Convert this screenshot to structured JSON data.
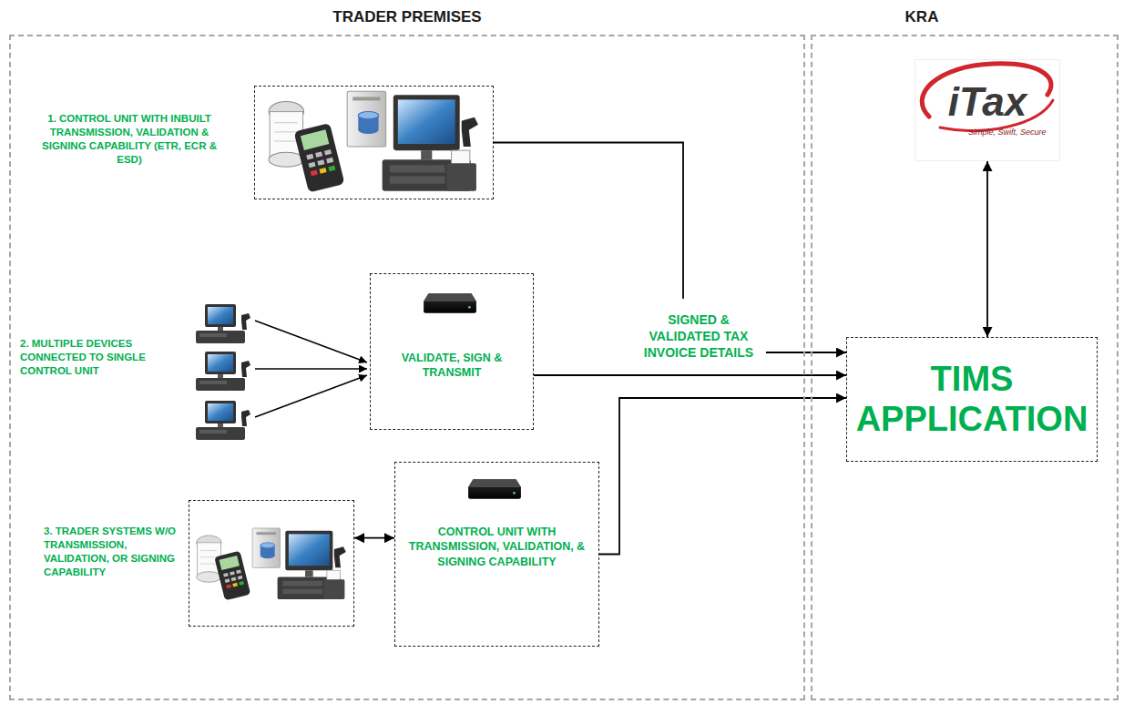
{
  "diagram": {
    "nodes": [
      {
        "text": [
          "TRADER PREMISES"
        ]
      },
      {
        "text": [
          "1. CONTROL UNIT WITH INBUILT TRANSMISSION, VALIDATION & SIGNING CAPABILITY (ETR, ECR & ESD)"
        ],
        "in": 0
      },
      {
        "text": [
          "VALIDATE, SIGN & TRANSMIT"
        ],
        "in": 0
      },
      {
        "text": [
          "3. TRADER SYSTEMS W/O TRANSMISSION, VALIDATION, OR SIGNING CAPABILITY"
        ],
        "in": 0
      },
      {
        "text": [
          "CONTROL UNIT WITH TRANSMISSION, VALIDATION, & SIGNING CAPABILITY"
        ],
        "in": 0
      },
      {
        "text": [
          "KRA"
        ]
      },
      {
        "text": [
          "iTax",
          "Simple, Swift, Secure"
        ],
        "in": 5
      },
      {
        "text": [
          "TIMS APPLICATION"
        ],
        "in": 5
      }
    ],
    "edges": [
      {
        "from": 6,
        "to": 7,
        "arrow": "both"
      },
      {
        "from": 1,
        "to": 7,
        "arrow": "to"
      },
      {
        "from": 2,
        "to": 7,
        "arrow": "to"
      },
      {
        "from": 3,
        "to": 4,
        "arrow": "both"
      },
      {
        "from": 4,
        "to": 7,
        "arrow": "to"
      }
    ],
    "labels": [
      "2. MULTIPLE DEVICES CONNECTED TO SINGLE CONTROL UNIT",
      "SIGNED & VALIDATED TAX INVOICE DETAILS"
    ]
  }
}
